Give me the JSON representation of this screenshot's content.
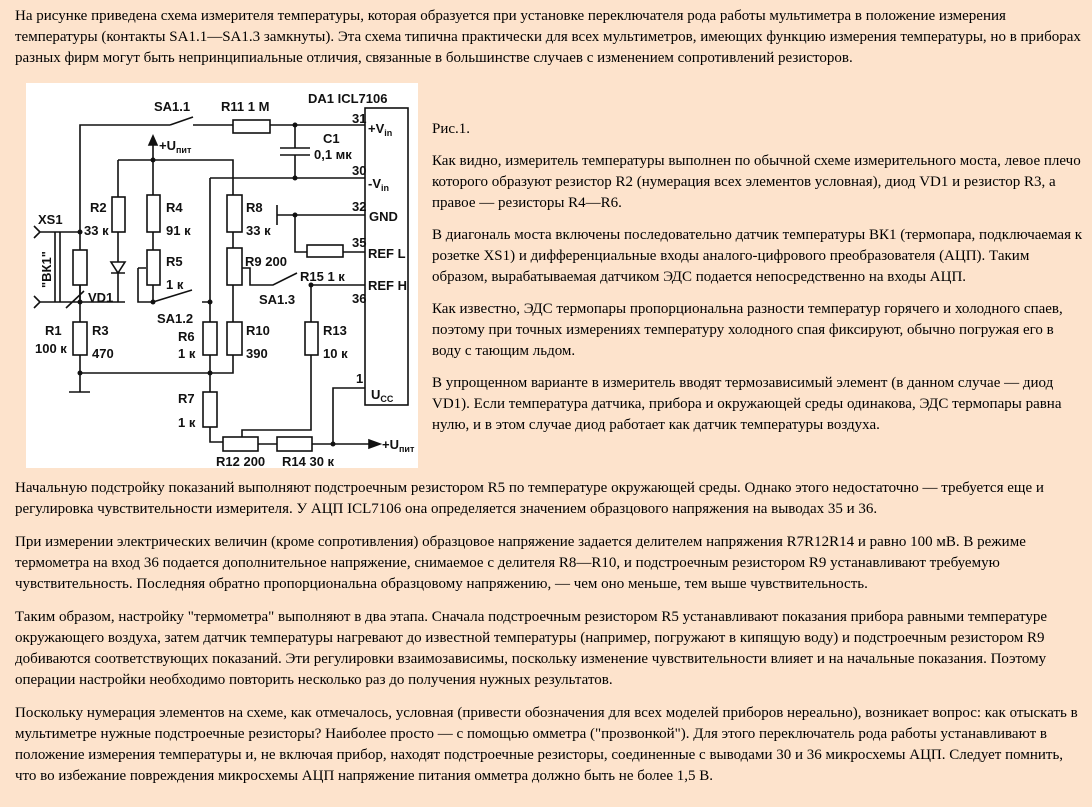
{
  "intro": "На рисунке приведена схема измерителя температуры, которая образуется при установке переключателя рода работы мультиметра в положение измерения температуры (контакты SA1.1—SA1.3 замкнуты). Эта схема типична практически для всех мультиметров, имеющих функцию измерения температуры, но в приборах разных фирм могут быть непринципиальные отличия, связанные в большинстве случаев с изменением сопротивлений резисторов.",
  "figure": {
    "chip": "DA1 ICL7106",
    "sa11": "SA1.1",
    "r11": "R11 1 M",
    "c1": "C1",
    "c1v": "0,1 мк",
    "upit": "+U",
    "upit_sub": "пит",
    "pin31": "31",
    "pin30": "30",
    "pin32": "32",
    "pin35": "35",
    "pin36": "36",
    "pin1": "1",
    "vin_p": "+V",
    "vin_m": "-V",
    "vin_sub": "in",
    "gnd": "GND",
    "refl": "REF L",
    "refh": "REF H",
    "ucc": "U",
    "ucc_sub": "CC",
    "xs1": "XS1",
    "bk1": "\"ВК1\"",
    "r2": "R2",
    "r2v": "33 к",
    "r4": "R4",
    "r4v": "91 к",
    "r5": "R5",
    "r5v": "1 к",
    "r8": "R8",
    "r8v": "33 к",
    "r9": "R9 200",
    "r15": "R15 1 к",
    "vd1": "VD1",
    "sa12": "SA1.2",
    "sa13": "SA1.3",
    "r1": "R1",
    "r1v": "100 к",
    "r3": "R3",
    "r3v": "470",
    "r6": "R6",
    "r6v": "1 к",
    "r10": "R10",
    "r10v": "390",
    "r13": "R13",
    "r13v": "10 к",
    "r7": "R7",
    "r7v": "1 к",
    "r12": "R12 200",
    "r14": "R14 30 к"
  },
  "side": [
    "Рис.1.",
    "Как видно, измеритель температуры выполнен по обычной схеме измерительного моста, левое плечо которого образуют резистор R2 (нумерация всех элементов условная), диод VD1 и резистор R3, а правое — резисторы R4—R6.",
    "В диагональ моста включены последовательно датчик температуры ВК1 (термопара, подключаемая к розетке XS1) и дифференциальные входы аналого-цифрового преобразователя (АЦП). Таким образом, вырабатываемая датчиком ЭДС подается непосредственно на входы АЦП.",
    "Как известно, ЭДС термопары пропорциональна разности температур горячего и холодного спаев, поэтому при точных измерениях температуру холодного спая фиксируют, обычно погружая его в воду с тающим льдом.",
    "В упрощенном варианте в измеритель вводят термозависимый элемент (в данном случае — диод VD1). Если температура датчика, прибора и окружающей среды одинакова, ЭДС термопары равна нулю, и в этом случае диод работает как датчик температуры воздуха."
  ],
  "bottom": [
    "Начальную подстройку показаний выполняют подстроечным резистором R5 по температуре окружающей среды. Однако этого недостаточно — требуется еще и регулировка чувствительности измерителя. У АЦП ICL7106 она определяется значением образцового напряжения на выводах 35 и 36.",
    "При измерении электрических величин (кроме сопротивления) образцовое напряжение задается делителем напряжения R7R12R14 и равно 100 мВ. В режиме термометра на вход 36 подается дополнительное напряжение, снимаемое с делителя R8—R10, и подстроечным резистором R9 устанавливают требуемую чувствительность. Последняя обратно пропорциональна образцовому напряжению, — чем оно меньше, тем выше чувствительность.",
    "Таким образом, настройку \"термометра\" выполняют в два этапа. Сначала подстроечным резистором R5 устанавливают показания прибора равными температуре окружающего воздуха, затем датчик температуры нагревают до известной температуры (например, погружают в кипящую воду) и подстроечным резистором R9 добиваются соответствующих показаний. Эти регулировки взаимозависимы, поскольку изменение чувствительности влияет и на начальные показания. Поэтому операции настройки необходимо повторить несколько раз до получения нужных результатов.",
    "Поскольку нумерация элементов на схеме, как отмечалось, условная (привести обозначения для всех моделей приборов нереально), возникает вопрос: как отыскать в мультиметре нужные подстроечные резисторы? Наиболее просто — с помощью омметра (\"прозвонкой\"). Для этого переключатель рода работы устанавливают в положение измерения температуры и, не включая прибор, находят подстроечные резисторы, соединенные с выводами 30 и 36 микросхемы АЦП. Следует помнить, что во избежание повреждения микросхемы АЦП напряжение питания омметра должно быть не более 1,5 В."
  ]
}
